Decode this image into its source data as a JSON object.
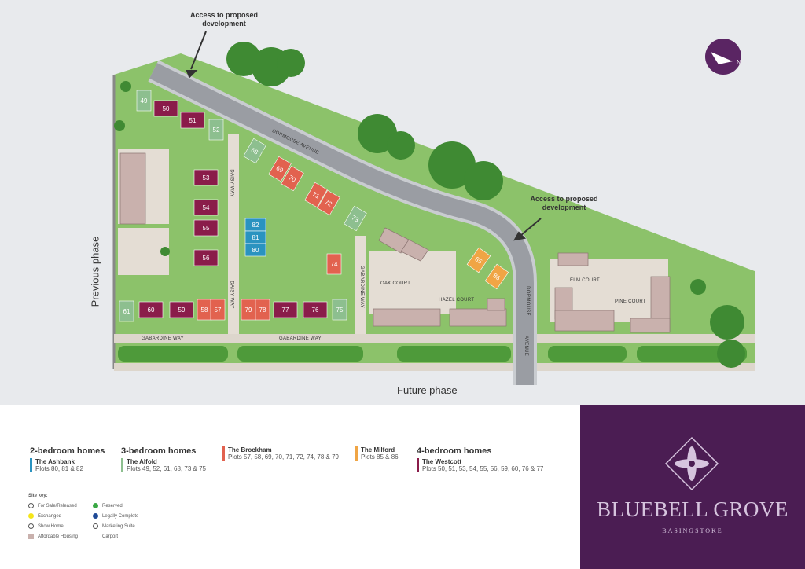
{
  "map": {
    "access_label_top": "Access to proposed development",
    "access_label_right": "Access to proposed development",
    "previous_phase": "Previous phase",
    "future_phase": "Future phase",
    "streets": {
      "dormouse_avenue": "DORMOUSE AVENUE",
      "daisy_way": "DAISY WAY",
      "gabardine_way": "GABARDINE WAY",
      "oak_court": "OAK COURT",
      "hazel_court": "HAZEL COURT",
      "elm_court": "ELM COURT",
      "pine_court": "PINE COURT",
      "dormouse": "DORMOUSE",
      "avenue": "AVENUE"
    },
    "compass_icon": "north-arrow-icon",
    "plots": [
      {
        "n": "49",
        "type": "alfold"
      },
      {
        "n": "50",
        "type": "westcott"
      },
      {
        "n": "51",
        "type": "westcott"
      },
      {
        "n": "52",
        "type": "alfold"
      },
      {
        "n": "68",
        "type": "alfold"
      },
      {
        "n": "69",
        "type": "brockham"
      },
      {
        "n": "70",
        "type": "brockham"
      },
      {
        "n": "71",
        "type": "brockham"
      },
      {
        "n": "72",
        "type": "brockham"
      },
      {
        "n": "73",
        "type": "alfold"
      },
      {
        "n": "53",
        "type": "westcott"
      },
      {
        "n": "54",
        "type": "westcott"
      },
      {
        "n": "55",
        "type": "westcott"
      },
      {
        "n": "56",
        "type": "westcott"
      },
      {
        "n": "82",
        "type": "ashbank"
      },
      {
        "n": "81",
        "type": "ashbank"
      },
      {
        "n": "80",
        "type": "ashbank"
      },
      {
        "n": "74",
        "type": "brockham"
      },
      {
        "n": "61",
        "type": "alfold"
      },
      {
        "n": "60",
        "type": "westcott"
      },
      {
        "n": "59",
        "type": "westcott"
      },
      {
        "n": "58",
        "type": "brockham"
      },
      {
        "n": "57",
        "type": "brockham"
      },
      {
        "n": "79",
        "type": "brockham"
      },
      {
        "n": "78",
        "type": "brockham"
      },
      {
        "n": "77",
        "type": "westcott"
      },
      {
        "n": "76",
        "type": "westcott"
      },
      {
        "n": "75",
        "type": "alfold"
      },
      {
        "n": "85",
        "type": "milford"
      },
      {
        "n": "86",
        "type": "milford"
      }
    ]
  },
  "colors": {
    "ashbank": "#2a93c0",
    "alfold": "#8dbf8f",
    "brockham": "#e2624f",
    "milford": "#f0a545",
    "westcott": "#8a1c4a",
    "affordable": "#c9b1ad",
    "grass": "#8cc26a",
    "road": "#9a9da3",
    "brand": "#4b1d53"
  },
  "legend": {
    "two_bed": {
      "heading": "2-bedroom homes",
      "name": "The Ashbank",
      "plots": "Plots 80, 81 & 82"
    },
    "three_bed": {
      "heading": "3-bedroom homes",
      "name": "The Alfold",
      "plots": "Plots 49, 52, 61, 68, 73 & 75"
    },
    "brockham": {
      "name": "The Brockham",
      "plots": "Plots 57, 58, 69, 70, 71, 72, 74, 78 & 79"
    },
    "milford": {
      "name": "The Milford",
      "plots": "Plots 85 & 86"
    },
    "four_bed": {
      "heading": "4-bedroom homes",
      "name": "The Westcott",
      "plots": "Plots 50, 51, 53, 54, 55, 56, 59, 60, 76 & 77"
    }
  },
  "site_key": {
    "title": "Site key:",
    "items": [
      {
        "label": "For Sale/Released",
        "color": "#ffffff"
      },
      {
        "label": "Reserved",
        "color": "#3aa845"
      },
      {
        "label": "Exchanged",
        "color": "#f5e51a"
      },
      {
        "label": "Legally Complete",
        "color": "#1f4a96"
      },
      {
        "label": "Show Home",
        "color": "#ffffff"
      },
      {
        "label": "Marketing Suite",
        "color": "#ffffff"
      },
      {
        "label": "Affordable Housing",
        "color": "#c9b1ad"
      },
      {
        "label": "Carport",
        "color": "#ffffff"
      }
    ]
  },
  "brand": {
    "name": "BLUEBELL GROVE",
    "location": "BASINGSTOKE"
  }
}
